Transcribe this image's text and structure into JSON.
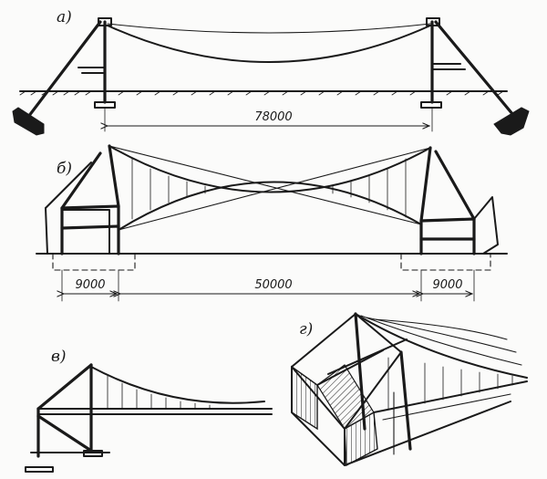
{
  "panels": [
    {
      "id": "a",
      "label": "а)",
      "dimensions": [
        "78000"
      ]
    },
    {
      "id": "b",
      "label": "б)",
      "dimensions": [
        "9000",
        "50000",
        "9000"
      ]
    },
    {
      "id": "v",
      "label": "в)"
    },
    {
      "id": "g",
      "label": "г)"
    }
  ]
}
